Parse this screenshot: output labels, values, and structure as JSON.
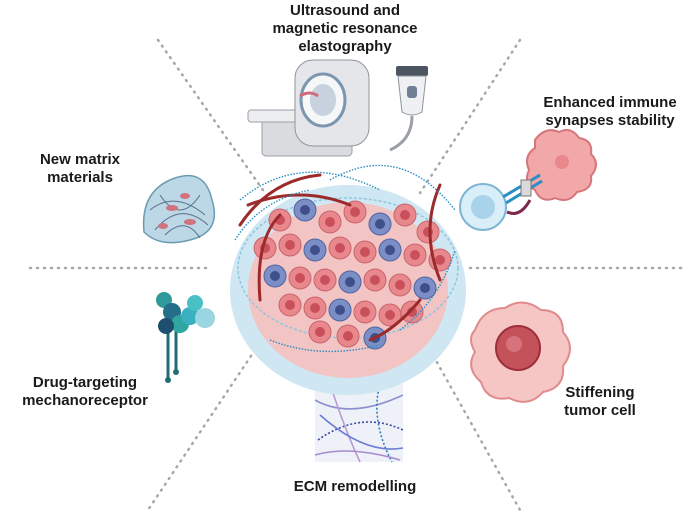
{
  "labels": {
    "elastography": "Ultrasound and\nmagnetic resonance\nelastography",
    "immune": "Enhanced immune\nsynapses stability",
    "matrix": "New matrix\nmaterials",
    "drug": "Drug-targeting\nmechanoreceptor",
    "ecm": "ECM remodelling",
    "stiffening": "Stiffening\ntumor cell"
  },
  "icons": [
    "mri-scanner-icon",
    "ultrasound-probe-icon",
    "t-cell-synapse-icon",
    "hydrogel-matrix-icon",
    "mechanoreceptor-icon",
    "ecm-fibers-icon",
    "tumor-cell-icon",
    "tumor-microenvironment-icon"
  ],
  "colors": {
    "divider": "#a7a7a7",
    "tumor_cell": "#e8888d",
    "immune_cell": "#7b8fc6",
    "vessel": "#9b2a2a",
    "fiber": "#2a8ec4",
    "halo": "#cfe7f2"
  }
}
